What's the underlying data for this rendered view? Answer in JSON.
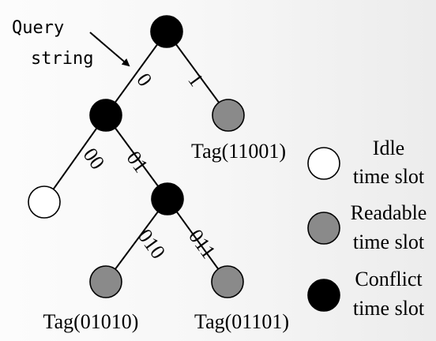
{
  "annotation": {
    "line1": "Query",
    "line2": "string"
  },
  "edges": {
    "root_left": "0",
    "root_right": "1",
    "left_left": "00",
    "left_right": "01",
    "mid_left": "010",
    "mid_right": "011"
  },
  "tags": {
    "right_leaf": "Tag(11001)",
    "bottom_left": "Tag(01010)",
    "bottom_right": "Tag(01101)"
  },
  "legend": {
    "idle": {
      "line1": "Idle",
      "line2": "time slot"
    },
    "readable": {
      "line1": "Readable",
      "line2": "time slot"
    },
    "conflict": {
      "line1": "Conflict",
      "line2": "time slot"
    }
  },
  "colors": {
    "conflict": "#000000",
    "readable": "#8a8a8a",
    "idle": "#ffffff"
  }
}
